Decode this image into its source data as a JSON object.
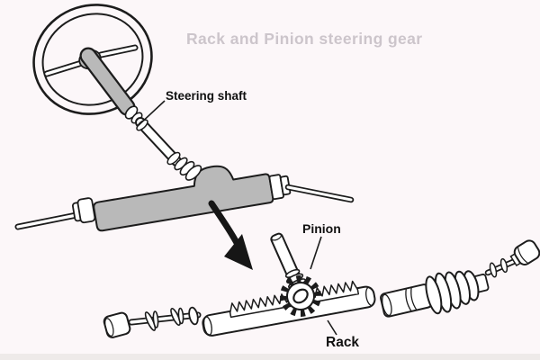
{
  "diagram": {
    "title": "Rack and Pinion steering gear",
    "labels": {
      "steering_shaft": "Steering shaft",
      "pinion": "Pinion",
      "rack": "Rack"
    }
  },
  "colors": {
    "background": "#fcf7f9",
    "line": "#1c1c1c",
    "metal_gray": "#b9b9b9",
    "title_gray": "#ccc5cb",
    "label_black": "#111111",
    "bottom_band": "#e7e3e1"
  }
}
